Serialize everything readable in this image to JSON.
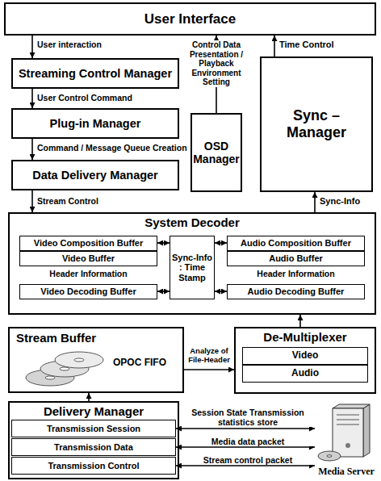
{
  "diagram": {
    "nodes": [
      {
        "text": [
          "User Interface"
        ]
      },
      {
        "text": [
          "Streaming Control Manager"
        ]
      },
      {
        "text": [
          "Plug-in Manager"
        ]
      },
      {
        "text": [
          "Data Delivery Manager"
        ]
      },
      {
        "text": [
          "OSD Manager"
        ]
      },
      {
        "text": [
          "Sync – Manager"
        ]
      },
      {
        "text": [
          "System Decoder"
        ]
      },
      {
        "text": [
          "Video Composition Buffer"
        ],
        "in": 6
      },
      {
        "text": [
          "Video Buffer"
        ],
        "in": 6
      },
      {
        "text": [
          "Video Decoding Buffer"
        ],
        "in": 6
      },
      {
        "text": [
          "Sync-Info : Time Stamp"
        ],
        "in": 6
      },
      {
        "text": [
          "Audio Composition Buffer"
        ],
        "in": 6
      },
      {
        "text": [
          "Audio Buffer"
        ],
        "in": 6
      },
      {
        "text": [
          "Audio Decoding Buffer"
        ],
        "in": 6
      },
      {
        "text": [
          "Stream Buffer",
          "OPOC FIFO"
        ]
      },
      {
        "text": [
          "De-Multiplexer"
        ]
      },
      {
        "text": [
          "Video"
        ],
        "in": 15
      },
      {
        "text": [
          "Audio"
        ],
        "in": 15
      },
      {
        "text": [
          "Delivery Manager"
        ]
      },
      {
        "text": [
          "Transmission Session"
        ],
        "in": 18
      },
      {
        "text": [
          "Transmission Data"
        ],
        "in": 18
      },
      {
        "text": [
          "Transmission Control"
        ],
        "in": 18
      },
      {
        "text": [
          "Media Server"
        ]
      }
    ],
    "edges": [
      {
        "from": 0,
        "to": 1,
        "arrow": "to",
        "label": "User interaction"
      },
      {
        "from": 1,
        "to": 2,
        "arrow": "to",
        "label": "User Control Command"
      },
      {
        "from": 2,
        "to": 3,
        "arrow": "to",
        "label": "Command / Message Queue Creation"
      },
      {
        "from": 3,
        "to": 6,
        "arrow": "to",
        "label": "Stream Control"
      },
      {
        "from": 4,
        "to": 0,
        "arrow": "to",
        "label": "Control Data Presentation / Playback Environment Setting"
      },
      {
        "from": 5,
        "to": 0,
        "arrow": "to",
        "label": "Time Control"
      },
      {
        "from": 6,
        "to": 5,
        "arrow": "to",
        "label": "Sync-Info"
      },
      {
        "from": 7,
        "to": 10,
        "arrow": "both"
      },
      {
        "from": 9,
        "to": 10,
        "arrow": "both"
      },
      {
        "from": 10,
        "to": 11,
        "arrow": "both"
      },
      {
        "from": 10,
        "to": 13,
        "arrow": "both"
      },
      {
        "from": 15,
        "to": 6,
        "arrow": "to"
      },
      {
        "from": 14,
        "to": 15,
        "arrow": "to",
        "label": "Analyze of File-Header"
      },
      {
        "from": 18,
        "to": 14,
        "arrow": "to"
      },
      {
        "from": 19,
        "to": 22,
        "arrow": "both",
        "label": "Session State Transmission statistics store"
      },
      {
        "from": 20,
        "to": 22,
        "arrow": "both",
        "label": "Media data packet"
      },
      {
        "from": 21,
        "to": 22,
        "arrow": "both",
        "label": "Stream control packet"
      }
    ],
    "labels": [
      "Header Information",
      "Header Information"
    ]
  }
}
